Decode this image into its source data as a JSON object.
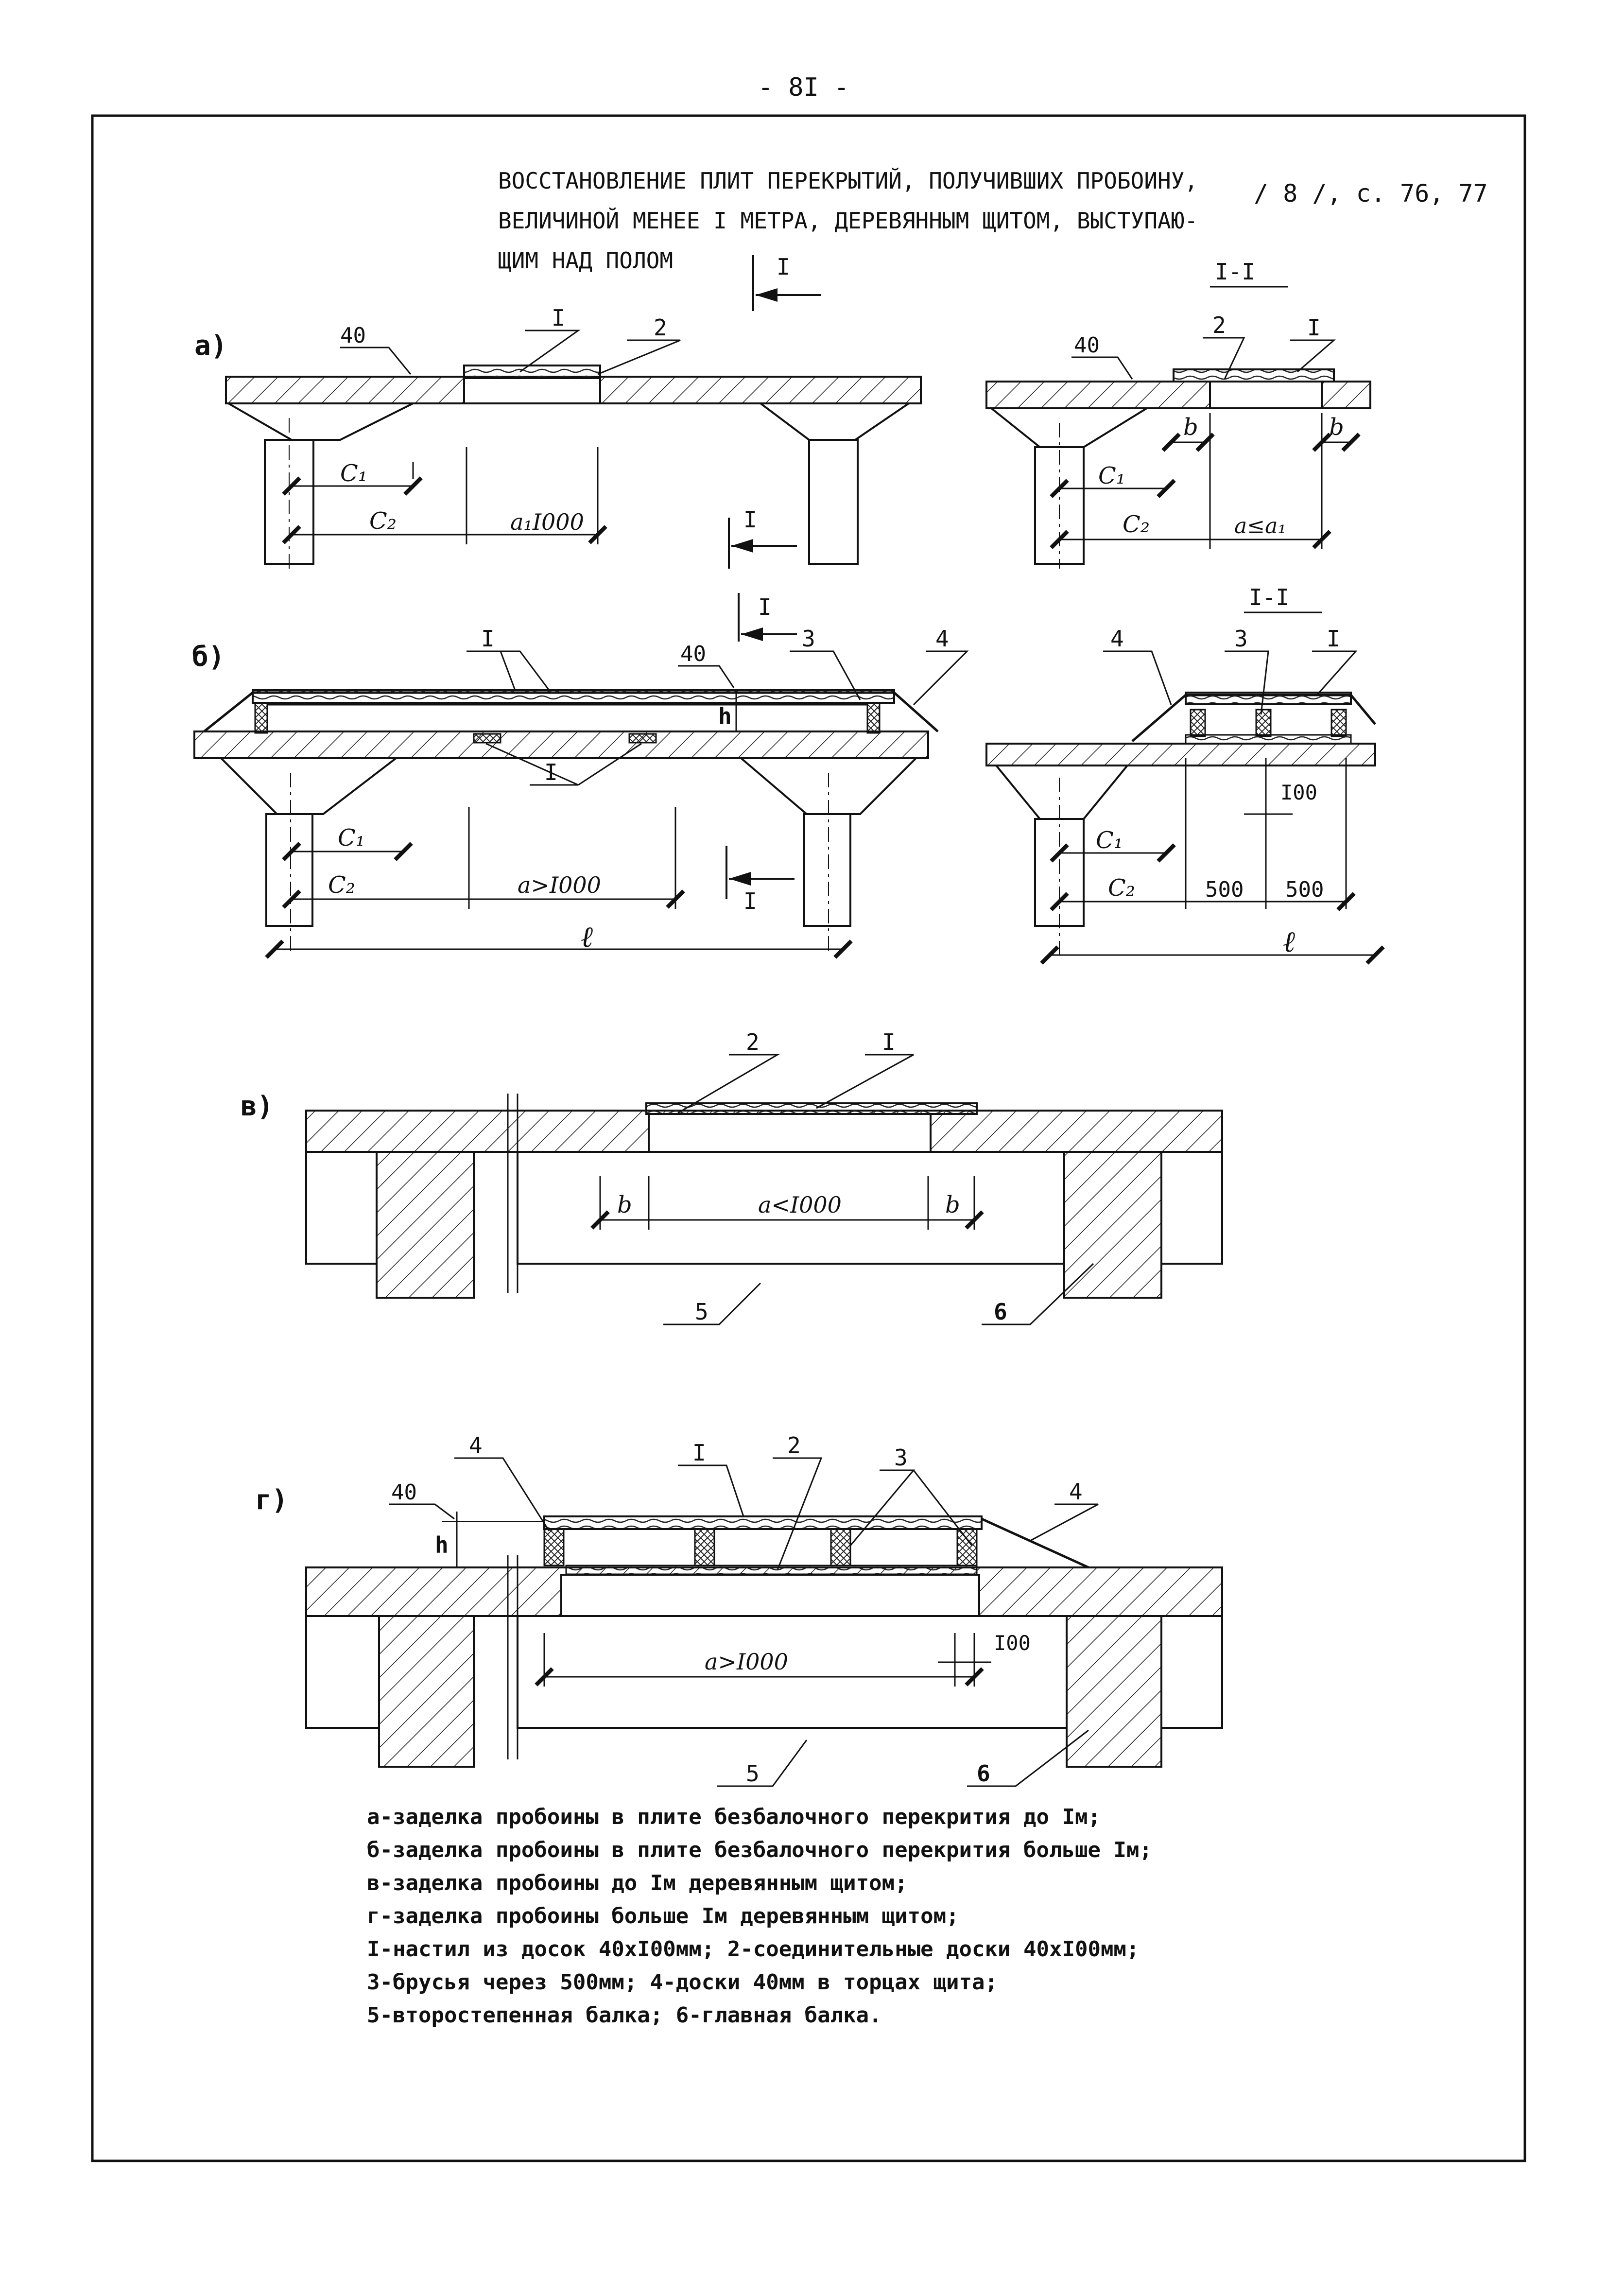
{
  "page_number": "- 8I -",
  "title_lines": [
    "ВОССТАНОВЛЕНИЕ ПЛИТ ПЕРЕКРЫТИЙ, ПОЛУЧИВШИХ ПРОБОИНУ,",
    "ВЕЛИЧИНОЙ МЕНЕЕ I МЕТРА, ДЕРЕВЯННЫМ ЩИТОМ, ВЫСТУПАЮ-",
    "ЩИМ НАД ПОЛОМ"
  ],
  "reference": "/ 8 /, с. 76, 77",
  "figures": {
    "a": {
      "letter": "а)",
      "section_mark": "I",
      "section_title": "I-I",
      "dim_40": "40",
      "callout_1": "I",
      "callout_2": "2",
      "c1": "C₁",
      "c2": "C₂",
      "span": "a₁I000",
      "b": "b",
      "span_section": "a≤a₁"
    },
    "b": {
      "letter": "б)",
      "section_mark": "I",
      "section_title": "I-I",
      "dim_40": "40",
      "h": "h",
      "callout_1": "I",
      "callout_3": "3",
      "callout_4": "4",
      "c1": "C₁",
      "c2": "C₂",
      "span": "a>I000",
      "l": "ℓ",
      "dim_100": "I00",
      "dim_500": "500"
    },
    "v": {
      "letter": "в)",
      "callout_1": "I",
      "callout_2": "2",
      "b": "b",
      "span": "a<I000",
      "callout_5": "5",
      "callout_6": "6"
    },
    "g": {
      "letter": "г)",
      "dim_40": "40",
      "h": "h",
      "callout_1": "I",
      "callout_2": "2",
      "callout_3": "3",
      "callout_4": "4",
      "span": "a>I000",
      "dim_100": "I00",
      "callout_5": "5",
      "callout_6": "6"
    }
  },
  "legend": [
    "а-заделка пробоины в плите безбалочного перекрития до Iм;",
    "б-заделка пробоины в плите безбалочного перекрития больше Iм;",
    "в-заделка пробоины до Iм деревянным щитом;",
    "г-заделка пробоины больше Iм деревянным щитом;",
    "I-настил из досок 40xI00мм; 2-соединительные доски 40xI00мм;",
    "3-брусья через 500мм; 4-доски 40мм в торцах щита;",
    "5-второстепенная балка; 6-главная балка."
  ]
}
